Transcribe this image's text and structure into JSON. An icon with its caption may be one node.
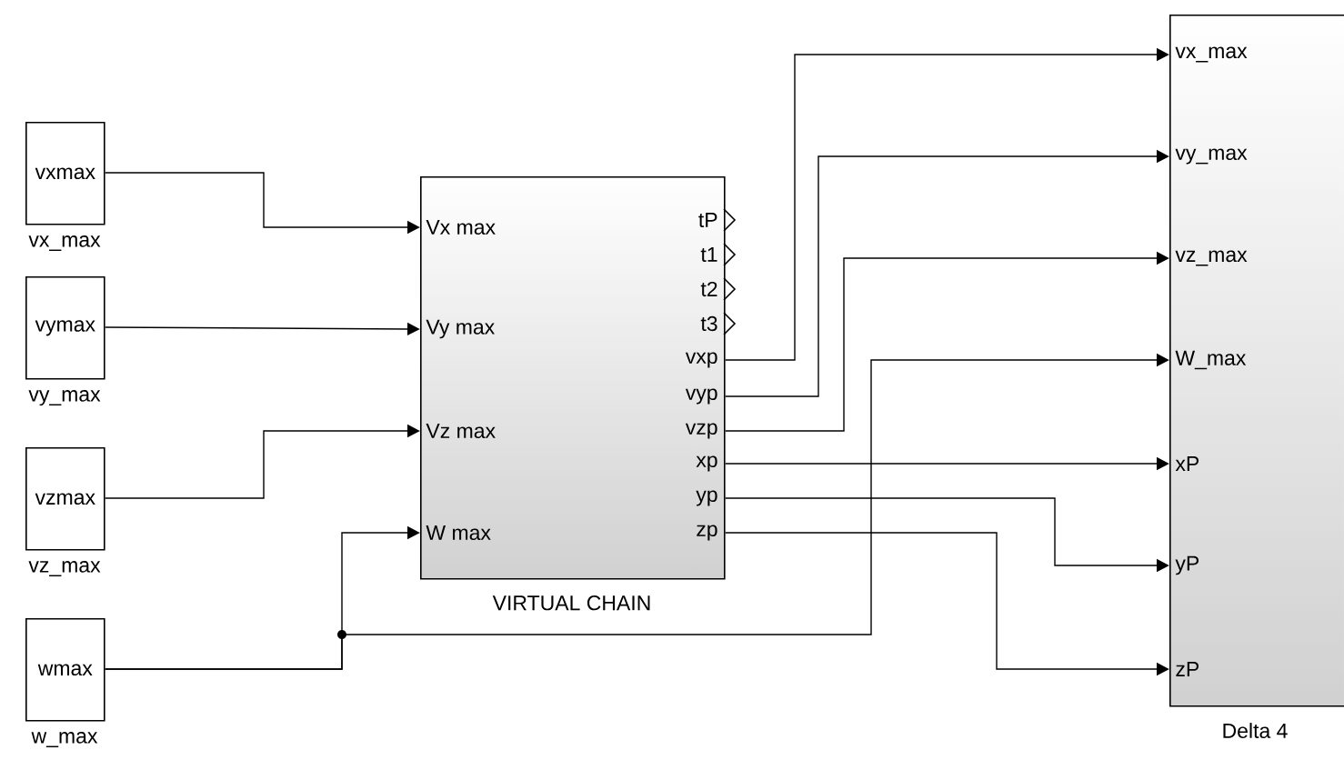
{
  "diagram": {
    "nodes": [
      {
        "text": [
          "vxmax"
        ],
        "beside": [
          "vx_max"
        ]
      },
      {
        "text": [
          "vymax"
        ],
        "beside": [
          "vy_max"
        ]
      },
      {
        "text": [
          "vzmax"
        ],
        "beside": [
          "vz_max"
        ]
      },
      {
        "text": [
          "wmax"
        ],
        "beside": [
          "w_max"
        ]
      },
      {
        "text": [
          "VIRTUAL CHAIN",
          "Vx max",
          "Vy max",
          "Vz max",
          "W max",
          "tP",
          "t1",
          "t2",
          "t3",
          "vxp",
          "vyp",
          "vzp",
          "xp",
          "yp",
          "zp"
        ]
      },
      {
        "text": [
          "Delta 4",
          "vx_max",
          "vy_max",
          "vz_max",
          "W_max",
          "xP",
          "yP",
          "zP"
        ]
      }
    ],
    "edges": [
      {
        "from": 0,
        "to": 4,
        "arrow": "to"
      },
      {
        "from": 1,
        "to": 4,
        "arrow": "to"
      },
      {
        "from": 2,
        "to": 4,
        "arrow": "to"
      },
      {
        "from": 3,
        "to": 4,
        "arrow": "to"
      },
      {
        "from": 3,
        "to": 5,
        "arrow": "to"
      },
      {
        "from": 4,
        "to": 5,
        "arrow": "to"
      },
      {
        "from": 4,
        "to": 5,
        "arrow": "to"
      },
      {
        "from": 4,
        "to": 5,
        "arrow": "to"
      },
      {
        "from": 4,
        "to": 5,
        "arrow": "to"
      },
      {
        "from": 4,
        "to": 5,
        "arrow": "to"
      },
      {
        "from": 4,
        "to": 5,
        "arrow": "to"
      }
    ]
  }
}
